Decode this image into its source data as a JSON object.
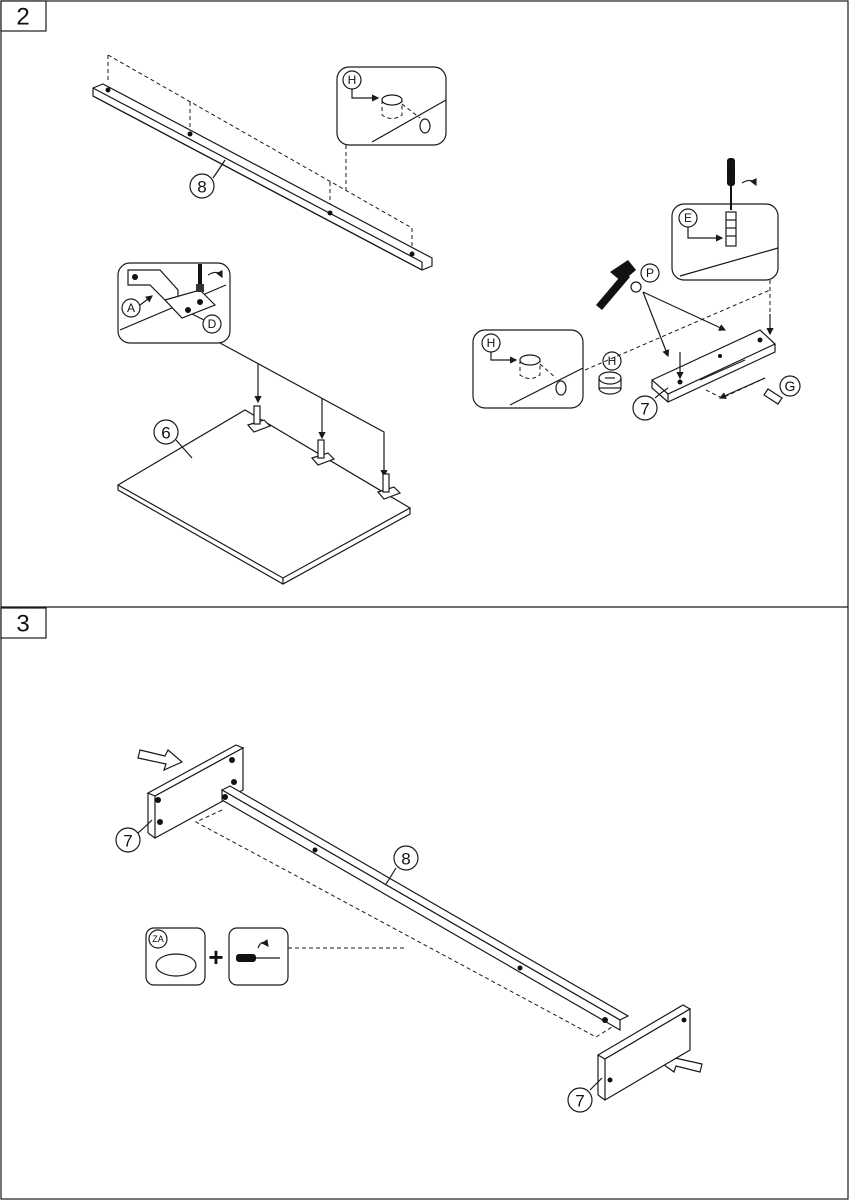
{
  "steps": [
    {
      "number": "2",
      "labels": {
        "rail_part": "8",
        "inset_cam": "H",
        "hinge_a": "A",
        "hinge_d": "D",
        "panel_part": "6",
        "inset_screw": "E",
        "nail": "P",
        "inset_cam_2": "H",
        "cam_fitting": "H",
        "dowel": "G",
        "side_part": "7"
      }
    },
    {
      "number": "3",
      "labels": {
        "left_side_part": "7",
        "rail_part": "8",
        "right_side_part": "7",
        "cap": "ZA",
        "plus": "+"
      }
    }
  ],
  "colors": {
    "line": "#1a1a1a",
    "background": "#ffffff"
  }
}
